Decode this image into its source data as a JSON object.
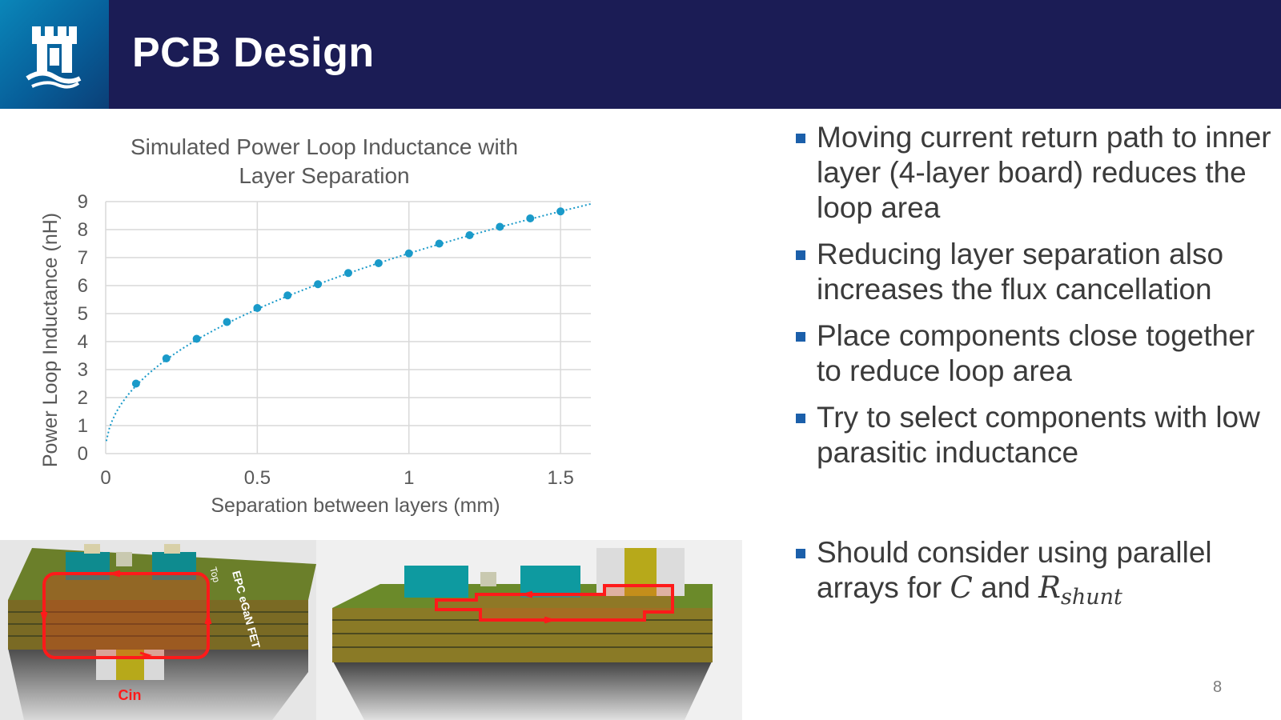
{
  "header": {
    "title": "PCB Design"
  },
  "chart_data": {
    "type": "scatter",
    "title": "Simulated Power Loop Inductance with Layer Separation",
    "title_lines": [
      "Simulated Power Loop Inductance with",
      "Layer Separation"
    ],
    "xlabel": "Separation between layers (mm)",
    "ylabel": "Power Loop Inductance (nH)",
    "xlim": [
      0,
      1.6
    ],
    "ylim": [
      0,
      9
    ],
    "xticks": [
      0,
      0.5,
      1,
      1.5
    ],
    "xtick_labels": [
      "0",
      "0.5",
      "1",
      "1.5"
    ],
    "yticks": [
      0,
      1,
      2,
      3,
      4,
      5,
      6,
      7,
      8,
      9
    ],
    "grid": true,
    "trendline": "dotted power fit",
    "color": "#1a9ac9",
    "x": [
      0.1,
      0.2,
      0.3,
      0.4,
      0.5,
      0.6,
      0.7,
      0.8,
      0.9,
      1.0,
      1.1,
      1.2,
      1.3,
      1.4,
      1.5
    ],
    "y": [
      2.5,
      3.4,
      4.1,
      4.7,
      5.2,
      5.65,
      6.05,
      6.45,
      6.8,
      7.15,
      7.5,
      7.8,
      8.1,
      8.4,
      8.65
    ]
  },
  "bullets": [
    {
      "text": "Moving current return path to inner layer (4-layer board) reduces the loop area"
    },
    {
      "text": "Reducing layer separation also increases the flux cancellation"
    },
    {
      "text": "Place components close together to reduce loop area"
    },
    {
      "text": "Try to select components with low parasitic inductance"
    }
  ],
  "last_bullet": {
    "text": "Should consider using parallel arrays for",
    "sym_c": "C",
    "and": "and",
    "sym_r": "R",
    "sym_r_sub": "shunt"
  },
  "pcb_left": {
    "label": "Cin",
    "silk_1": "EPC eGaN FET",
    "silk_2": "Top"
  },
  "page_number": "8"
}
